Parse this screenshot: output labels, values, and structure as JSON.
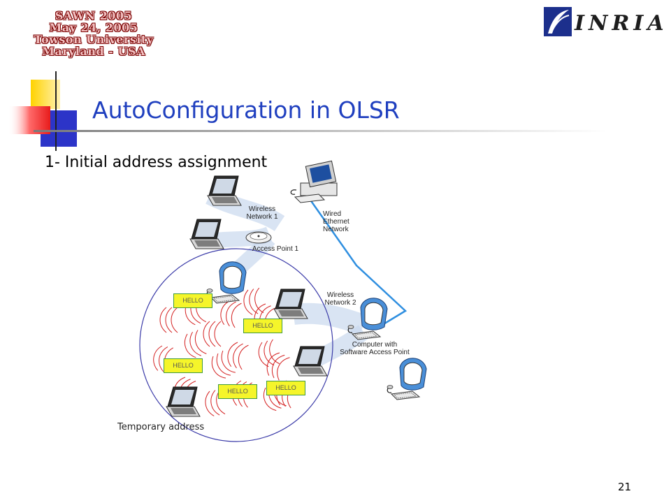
{
  "header": {
    "sawn_lines": [
      "SAWN 2005",
      "May 24, 2005",
      "Towson University",
      "Maryland - USA"
    ],
    "inria_logo": "INRIA"
  },
  "slide": {
    "title": "AutoConfiguration  in OLSR",
    "subtitle": "1- Initial address assignment",
    "page_number": "21"
  },
  "diagram": {
    "labels": {
      "wireless_network_1": [
        "Wireless",
        "Network 1"
      ],
      "access_point_1": "Access Point 1",
      "wired_ethernet": [
        "Wired",
        "Ethernet",
        "Network"
      ],
      "wireless_network_2": [
        "Wireless",
        "Network 2"
      ],
      "computer_software_ap": [
        "Computer with",
        "Software Access Point"
      ]
    },
    "hello_label": "HELLO",
    "temporary_address": "Temporary address"
  },
  "colors": {
    "title_blue": "#1f3fbf",
    "hello_fill": "#f5f52a",
    "wave_red": "#d42020",
    "circle_blue": "#3a3aa8",
    "cable_blue": "#2f8fe0"
  }
}
